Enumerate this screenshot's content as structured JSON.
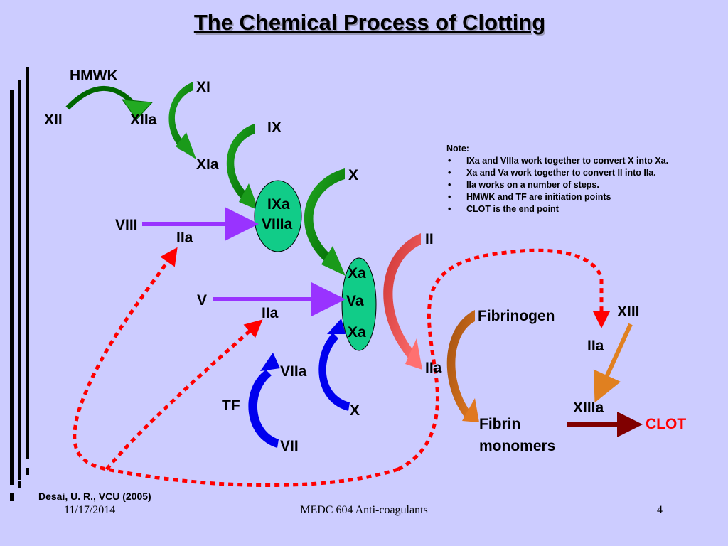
{
  "title": "The Chemical Process of Clotting",
  "labels": {
    "hmwk": "HMWK",
    "xii": "XII",
    "xiia": "XIIa",
    "xi": "XI",
    "xia": "XIa",
    "ix": "IX",
    "ixa": "IXa",
    "viiia": "VIIIa",
    "viii": "VIII",
    "iia_1": "IIa",
    "x_top": "X",
    "xa_top": "Xa",
    "va": "Va",
    "xa_bottom": "Xa",
    "v": "V",
    "iia_2": "IIa",
    "ii": "II",
    "iia_3": "IIa",
    "viia": "VIIa",
    "tf": "TF",
    "x_bottom": "X",
    "vii": "VII",
    "fibrinogen": "Fibrinogen",
    "fibrin": "Fibrin",
    "monomers": "monomers",
    "xiii": "XIII",
    "iia_4": "IIa",
    "xiiia": "XIIIa",
    "clot": "CLOT"
  },
  "note": {
    "heading": "Note:",
    "items": [
      "IXa and VIIIa work together to convert X into Xa.",
      "Xa and Va work together to convert II into IIa.",
      "IIa works on a number of steps.",
      "HMWK and TF are initiation points",
      "CLOT is the end point"
    ]
  },
  "credit": "Desai, U. R., VCU (2005)",
  "footer": {
    "date": "11/17/2014",
    "course": "MEDC 604 Anti-coagulants",
    "page": "4"
  },
  "colors": {
    "background": "#ccccff",
    "green_arrow": "#0a8a0a",
    "complex_fill": "#11cc88",
    "purple_arrow": "#9933ff",
    "blue_arrow": "#0000ee",
    "red_arrow": "#f05050",
    "brown_arrow": "#c86414",
    "orange_arrow": "#e08020",
    "clot_arrow": "#800000",
    "dotted_line": "#ff0000",
    "clot_text": "#ff0000"
  }
}
